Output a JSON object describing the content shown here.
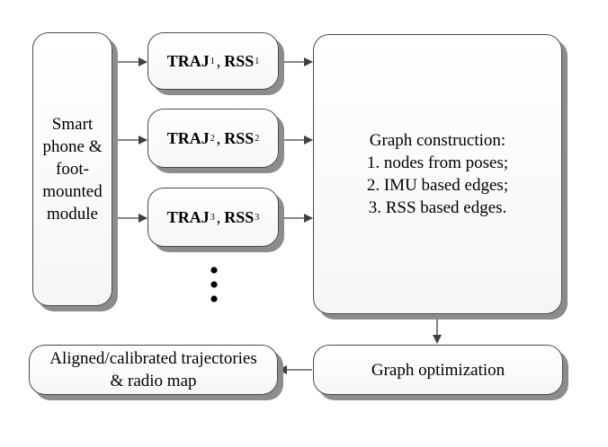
{
  "source_box": {
    "lines": [
      "Smart",
      "phone &",
      "foot-",
      "mounted",
      "module"
    ]
  },
  "data_boxes": [
    {
      "traj": "TRAJ",
      "rss": "RSS",
      "index": "1"
    },
    {
      "traj": "TRAJ",
      "rss": "RSS",
      "index": "2"
    },
    {
      "traj": "TRAJ",
      "rss": "RSS",
      "index": "3"
    }
  ],
  "graph_construction": {
    "lines": [
      "Graph construction:",
      "1. nodes from poses;",
      "2. IMU based edges;",
      "3. RSS based edges."
    ]
  },
  "graph_optimization": {
    "label": "Graph optimization"
  },
  "output_box": {
    "lines": [
      "Aligned/calibrated trajectories",
      "& radio map"
    ]
  },
  "colors": {
    "border": "#4a4a4a",
    "shadow": "#8c8c8c",
    "arrow": "#404040"
  }
}
